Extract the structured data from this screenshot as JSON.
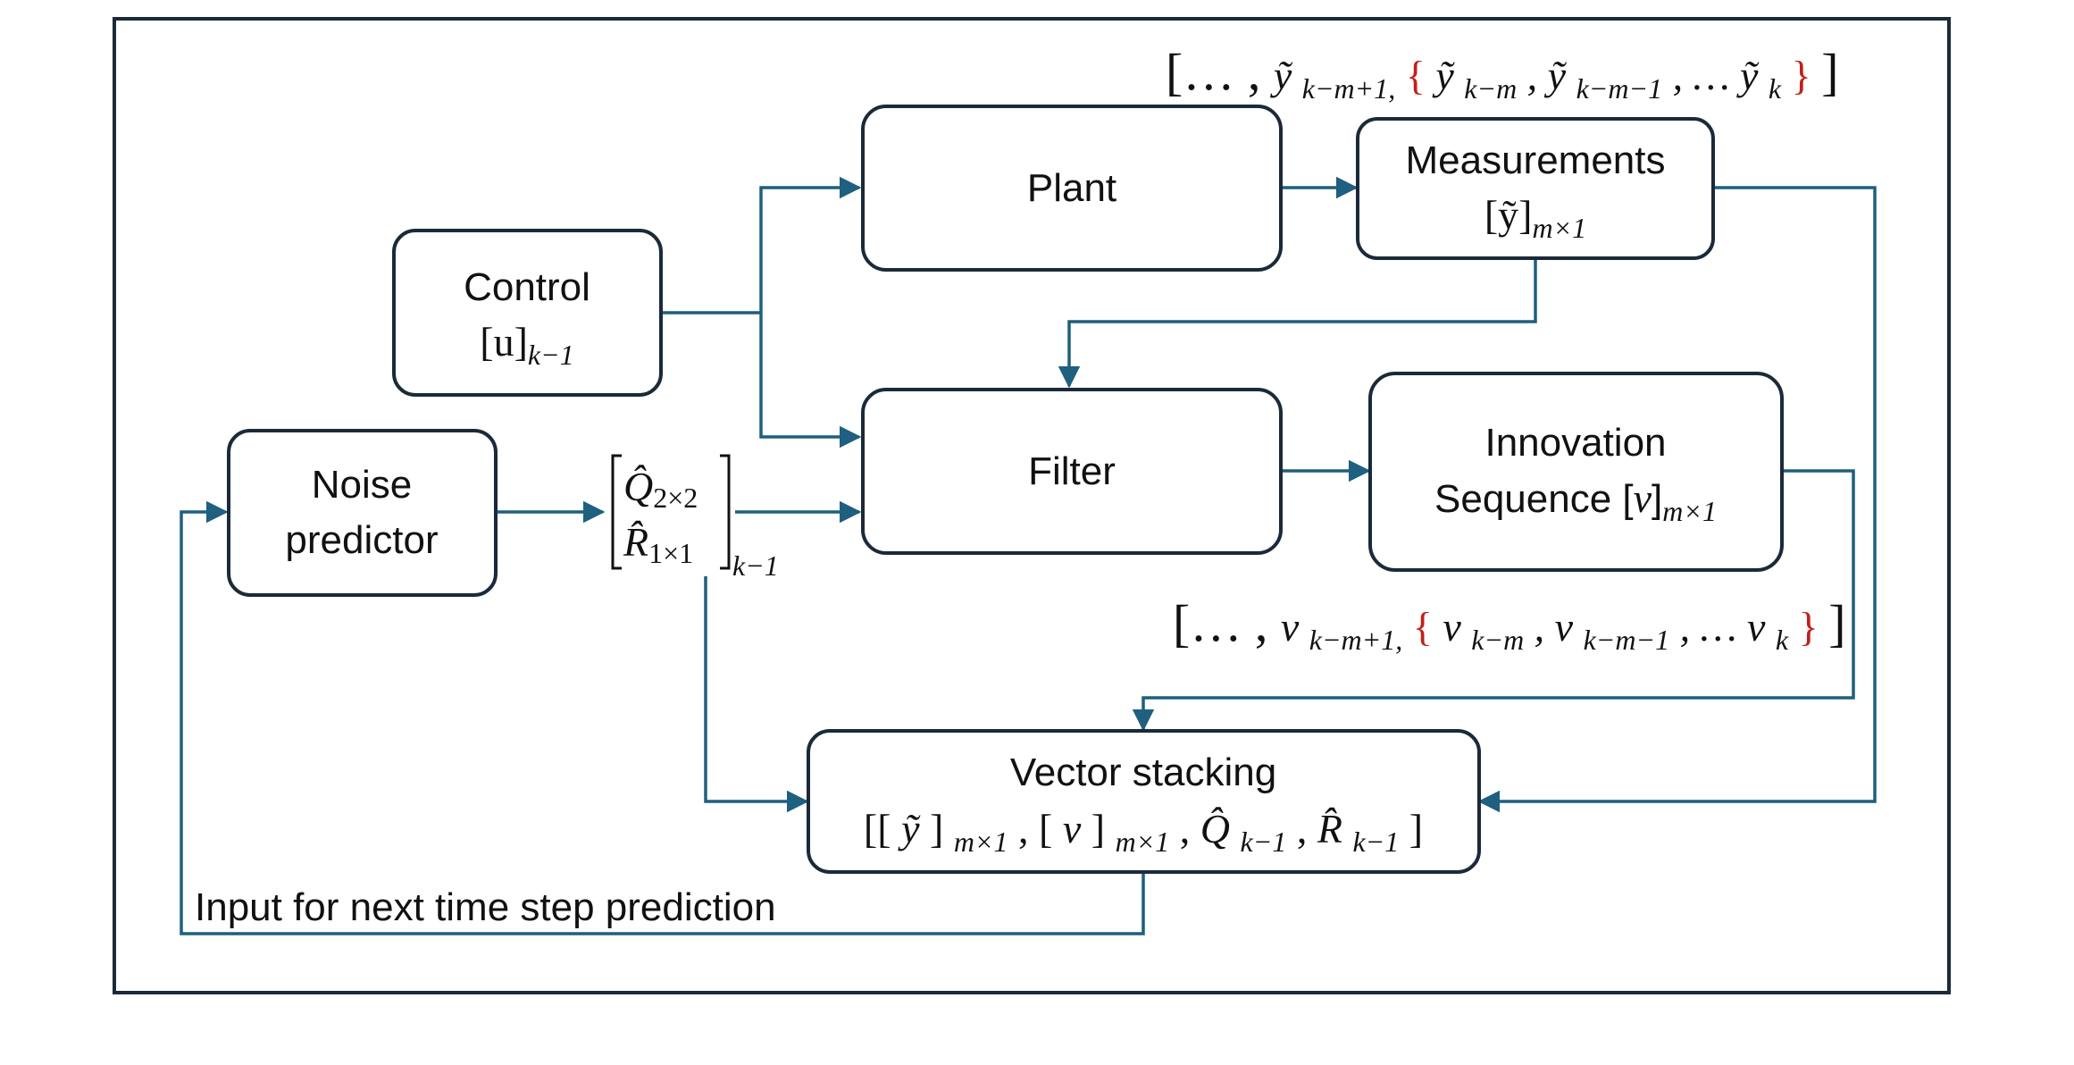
{
  "colors": {
    "wire": "#1f5f7f",
    "box_border": "#1b2a3a",
    "emphasis": "#c0211b",
    "text": "#111111"
  },
  "boxes": {
    "control": {
      "title": "Control",
      "math": "[u]",
      "math_sub": "k−1"
    },
    "plant": {
      "title": "Plant"
    },
    "measurements": {
      "title": "Measurements",
      "math": "[ỹ]",
      "math_sub": "m×1"
    },
    "filter": {
      "title": "Filter"
    },
    "innovation": {
      "title_line1": "Innovation",
      "title_line2": "Sequence [",
      "math_nu": "ν",
      "close": "]",
      "math_sub": "m×1"
    },
    "noise_predictor": {
      "line1": "Noise",
      "line2": "predictor"
    },
    "vector_stacking": {
      "title": "Vector stacking"
    }
  },
  "noise_output": {
    "q_hat": "Q̂",
    "q_sub": "2×2",
    "r_hat": "R̂",
    "r_sub": "1×1",
    "outer_sub": "k−1"
  },
  "sequences": {
    "measurement_window": {
      "lead": "[… , ",
      "first": "ỹ",
      "first_sub": "k−m+1,",
      "brace_open": " {",
      "items": [
        {
          "sym": "ỹ",
          "sub": "k−m"
        },
        {
          "sym": "ỹ",
          "sub": "k−m−1"
        },
        {
          "sym": "ỹ",
          "sub": "k"
        }
      ],
      "sep1": ", ",
      "sep2": ", … ",
      "brace_close": "}",
      "tail": "]"
    },
    "innovation_window": {
      "lead": "[… , ",
      "first": "ν",
      "first_sub": "k−m+1,",
      "brace_open": " {",
      "items": [
        {
          "sym": "ν",
          "sub": "k−m"
        },
        {
          "sym": "ν",
          "sub": "k−m−1"
        },
        {
          "sym": "ν",
          "sub": "k"
        }
      ],
      "sep1": ", ",
      "sep2": ", … ",
      "brace_close": "}",
      "tail": "]"
    }
  },
  "stacked_vector": {
    "open": "[[",
    "y": "ỹ",
    "close_y": "]",
    "y_sub": "m×1",
    "comma1": ", [",
    "nu": "ν",
    "close_nu": "]",
    "nu_sub": "m×1",
    "comma2": ", ",
    "q": "Q̂",
    "q_sub": "k−1",
    "comma3": ", ",
    "r": "R̂",
    "r_sub": "k−1",
    "close": "]"
  },
  "feedback_caption": "Input for next time step prediction"
}
